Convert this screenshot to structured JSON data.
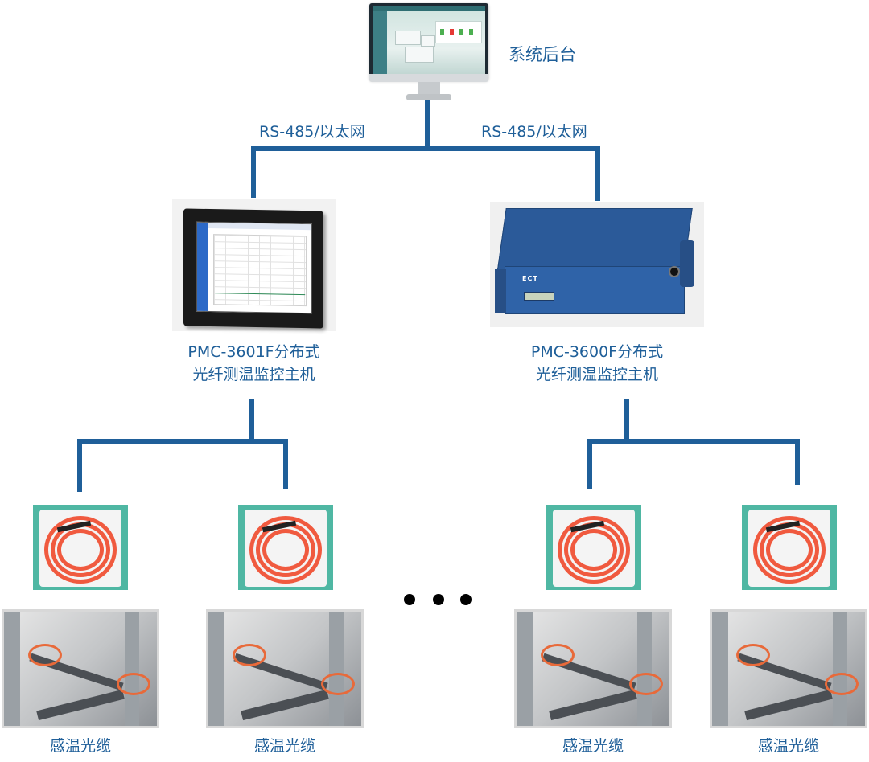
{
  "backend": {
    "label": "系统后台"
  },
  "links": {
    "left": "RS-485/以太网",
    "right": "RS-485/以太网"
  },
  "hosts": [
    {
      "line1": "PMC-3601F分布式",
      "line2": "光纤测温监控主机"
    },
    {
      "line1": "PMC-3600F分布式",
      "line2": "光纤测温监控主机"
    }
  ],
  "rack_logo": "ECT",
  "cable_label": "感温光缆",
  "cables": [
    {
      "label": "感温光缆"
    },
    {
      "label": "感温光缆"
    },
    {
      "label": "感温光缆"
    },
    {
      "label": "感温光缆"
    }
  ],
  "line_color": "#1f5f99",
  "fiber_color": "#f05a3f"
}
